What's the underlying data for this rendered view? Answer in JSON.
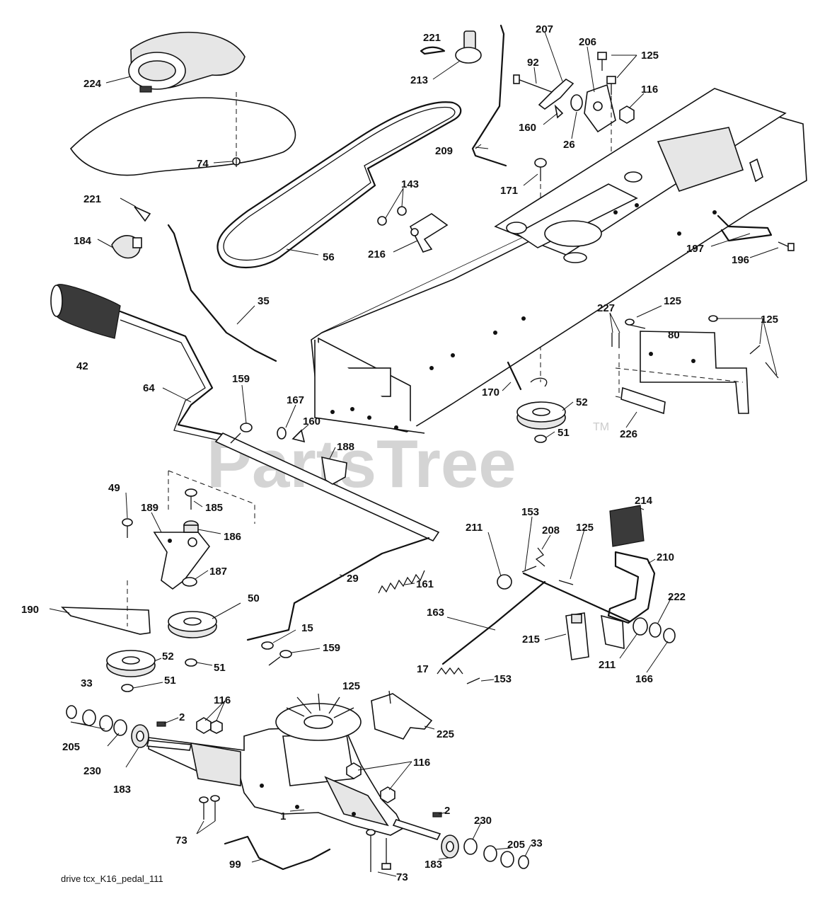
{
  "watermark": {
    "text": "PartsTree",
    "tm": "TM"
  },
  "footer": {
    "drawing_id": "drive tcx_K16_pedal_111"
  },
  "callouts": {
    "c224": "224",
    "c74": "74",
    "c221a": "221",
    "c213": "213",
    "c221b": "221",
    "c207": "207",
    "c206": "206",
    "c125a": "125",
    "c92": "92",
    "c116a": "116",
    "c160a": "160",
    "c26": "26",
    "c209": "209",
    "c171": "171",
    "c143": "143",
    "c184": "184",
    "c216": "216",
    "c56": "56",
    "c197": "197",
    "c196": "196",
    "c42": "42",
    "c35": "35",
    "c227": "227",
    "c125b": "125",
    "c80": "80",
    "c125c": "125",
    "c64": "64",
    "c159a": "159",
    "c167": "167",
    "c160b": "160",
    "c170": "170",
    "c52a": "52",
    "c51a": "51",
    "c226": "226",
    "c188": "188",
    "c49": "49",
    "c189": "189",
    "c185": "185",
    "c186": "186",
    "c187": "187",
    "c29": "29",
    "c161": "161",
    "c214": "214",
    "c211a": "211",
    "c153a": "153",
    "c208": "208",
    "c125d": "125",
    "c210": "210",
    "c190": "190",
    "c50": "50",
    "c15": "15",
    "c159b": "159",
    "c163": "163",
    "c222": "222",
    "c215": "215",
    "c211b": "211",
    "c166": "166",
    "c52b": "52",
    "c51b": "51",
    "c51c": "51",
    "c17": "17",
    "c153b": "153",
    "c33a": "33",
    "c116b": "116",
    "c2a": "2",
    "c125e": "125",
    "c205a": "205",
    "c230a": "230",
    "c183a": "183",
    "c225": "225",
    "c116c": "116",
    "c1": "1",
    "c2b": "2",
    "c73a": "73",
    "c230b": "230",
    "c205b": "205",
    "c33b": "33",
    "c99": "99",
    "c183b": "183",
    "c73b": "73"
  }
}
